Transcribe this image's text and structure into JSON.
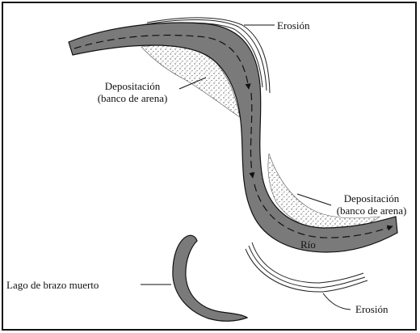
{
  "labels": {
    "erosion_top": "Erosión",
    "deposition_left_line1": "Depositación",
    "deposition_left_line2": "(banco de arena)",
    "deposition_right_line1": "Depositación",
    "deposition_right_line2": "(banco de arena)",
    "river": "Río",
    "oxbow_lake": "Lago de brazo muerto",
    "erosion_bottom": "Erosión"
  },
  "colors": {
    "river": "#7a7a7a",
    "border": "#111111",
    "sand_stipple": "#555555",
    "background": "#ffffff"
  }
}
